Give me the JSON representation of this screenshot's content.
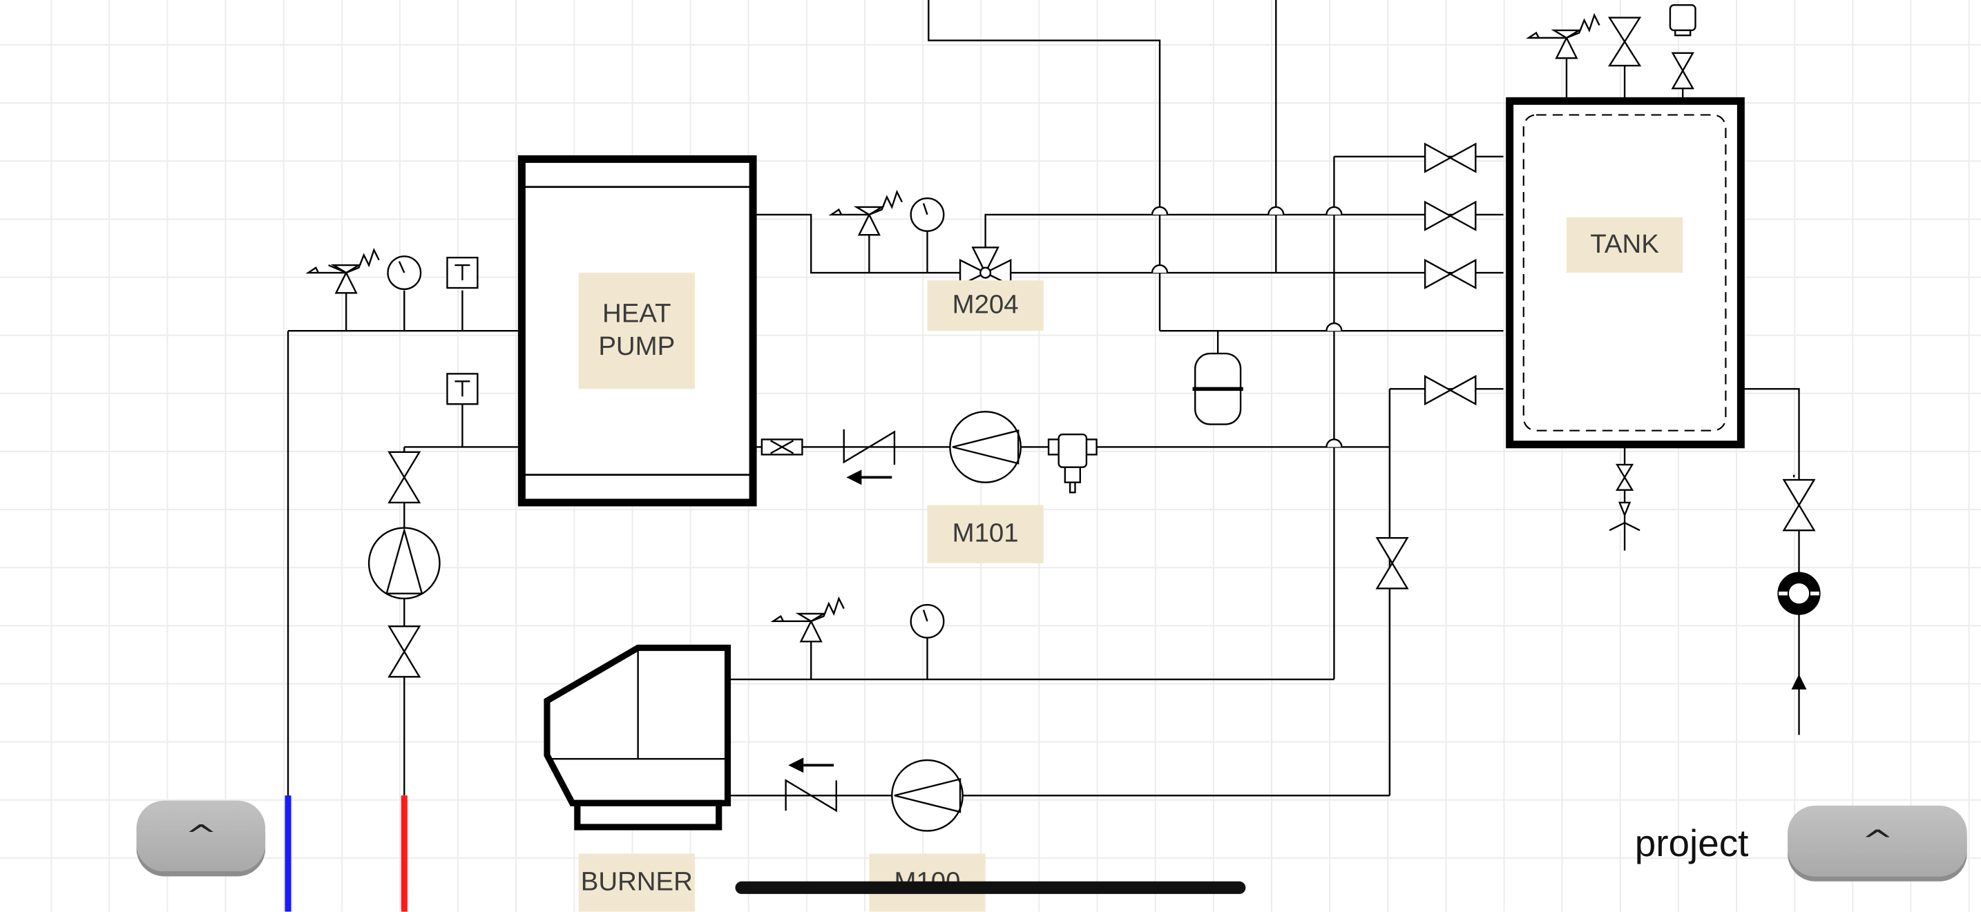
{
  "labels": {
    "heat_pump": "HEAT\nPUMP",
    "m204": "M204",
    "tank": "TANK",
    "m101": "M101",
    "burner": "BURNER",
    "m100": "M100"
  },
  "sidebar": {
    "project_label": "project"
  },
  "buttons": {
    "left_expand": "^",
    "right_expand": "^"
  },
  "colors": {
    "label_bg": "#f1e7d0",
    "cold_line": "#1a1aff",
    "hot_line": "#ff1a1a",
    "line": "#000000"
  }
}
